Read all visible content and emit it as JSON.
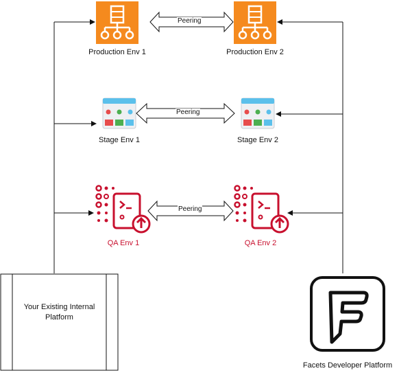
{
  "environments": {
    "production_1": "Production Env 1",
    "production_2": "Production Env 2",
    "stage_1": "Stage Env 1",
    "stage_2": "Stage Env 2",
    "qa_1": "QA Env 1",
    "qa_2": "QA Env 2"
  },
  "connections": {
    "production": "Peering",
    "stage": "Peering",
    "qa": "Peering"
  },
  "platforms": {
    "internal": "Your Existing Internal Platform",
    "facets": "Facets Developer Platform"
  },
  "colors": {
    "production": "#F58A1E",
    "qa": "#C8102E",
    "stage_red": "#E74C4C",
    "stage_green": "#4CAF50",
    "stage_blue": "#5BC0EB"
  },
  "icons": {
    "production": "hierarchy-server-icon",
    "stage": "browser-window-icon",
    "qa": "deployment-pipeline-icon",
    "facets": "facets-logo-icon"
  }
}
